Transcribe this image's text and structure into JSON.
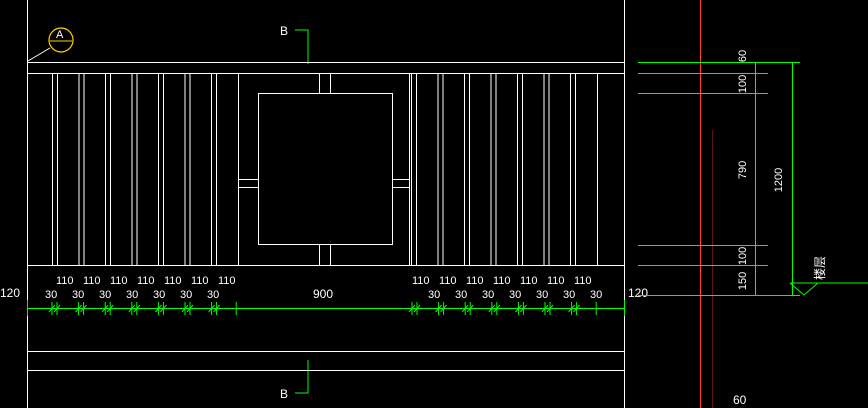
{
  "colors": {
    "background": "#000000",
    "outline": "#ffffff",
    "dimension": "#00ff00",
    "section_line": "#ff3b30"
  },
  "section_marker": {
    "top": "B",
    "bottom": "B"
  },
  "detail_marker": "A",
  "horizontal_dims": {
    "end_left": "120",
    "end_right": "120",
    "center": "900",
    "left_upper": [
      "110",
      "110",
      "110",
      "110",
      "110",
      "110",
      "110"
    ],
    "left_lower": [
      "30",
      "30",
      "30",
      "30",
      "30",
      "30",
      "30"
    ],
    "right_upper": [
      "110",
      "110",
      "110",
      "110",
      "110",
      "110",
      "110"
    ],
    "right_lower": [
      "30",
      "30",
      "30",
      "30",
      "30",
      "30",
      "30"
    ]
  },
  "vertical_dims": {
    "d1": "60",
    "d2": "100",
    "d3": "790",
    "d4": "100",
    "d5": "150",
    "total": "1200"
  },
  "level_label": "楼层",
  "corner_text": "60"
}
